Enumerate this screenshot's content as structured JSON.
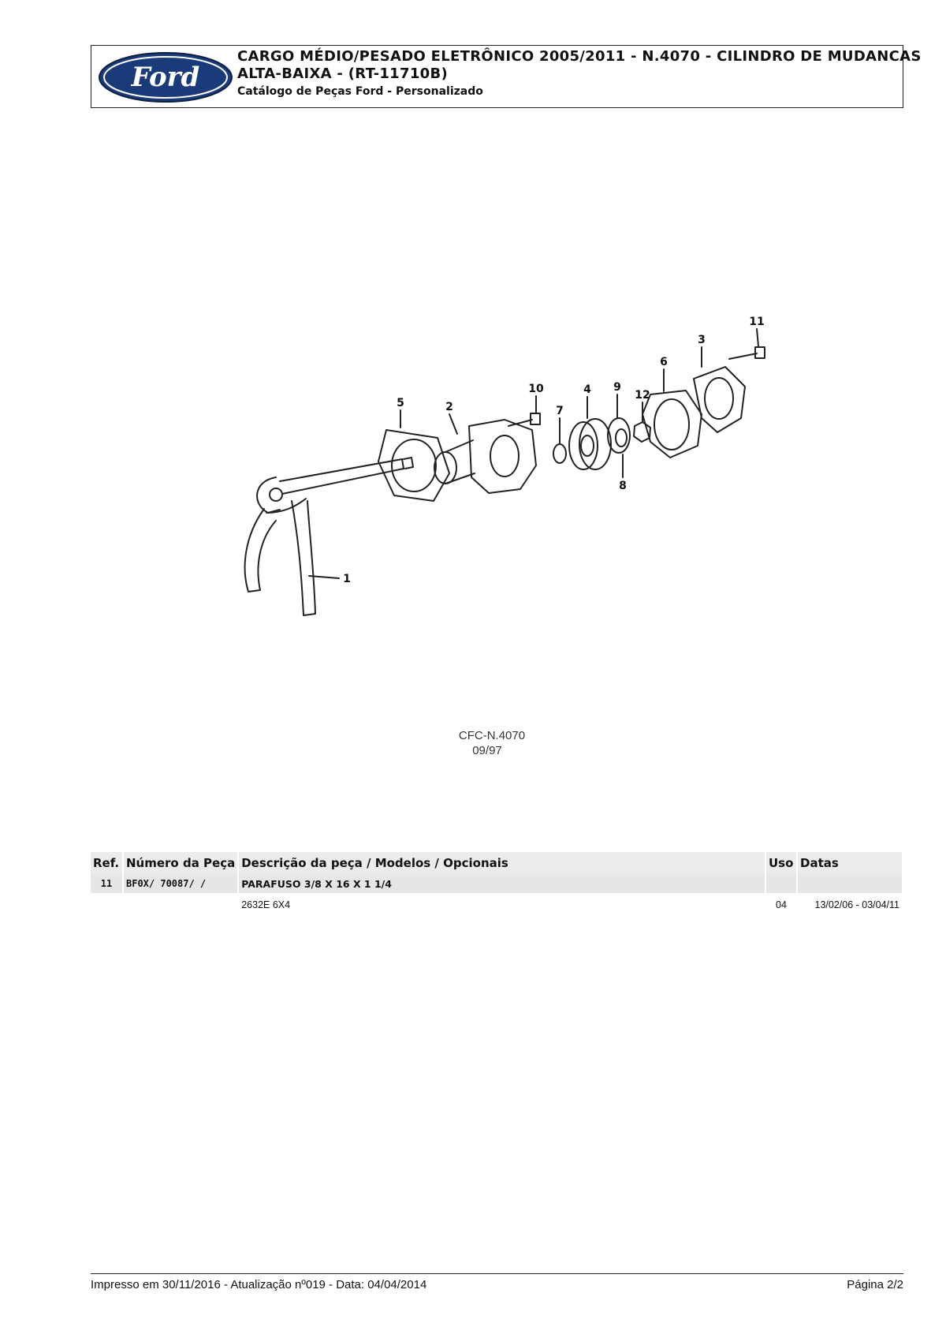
{
  "header": {
    "logo_text": "Ford",
    "title_line1": "CARGO MÉDIO/PESADO ELETRÔNICO 2005/2011 - N.4070 - CILINDRO DE MUDANCAS",
    "title_line2": "ALTA-BAIXA - (RT-11710B)",
    "subtitle": "Catálogo de Peças Ford - Personalizado",
    "brand_color": "#1b3a7a"
  },
  "diagram": {
    "callouts": [
      "1",
      "2",
      "3",
      "4",
      "5",
      "6",
      "7",
      "8",
      "9",
      "10",
      "11",
      "12"
    ],
    "code": "CFC-N.4070",
    "date": "09/97"
  },
  "table": {
    "headers": {
      "ref": "Ref.",
      "part_number": "Número da Peça",
      "description": "Descrição da peça / Modelos / Opcionais",
      "uso": "Uso",
      "datas": "Datas"
    },
    "rows": [
      {
        "ref": "11",
        "part_number": "BF0X/ 70087/ /",
        "description": "PARAFUSO 3/8 X 16 X 1 1/4",
        "model": "2632E 6X4",
        "uso": "04",
        "datas": "13/02/06 - 03/04/11"
      }
    ]
  },
  "footer": {
    "printed": "Impresso em 30/11/2016 - Atualização nº019 - Data: 04/04/2014",
    "page": "Página 2/2"
  }
}
